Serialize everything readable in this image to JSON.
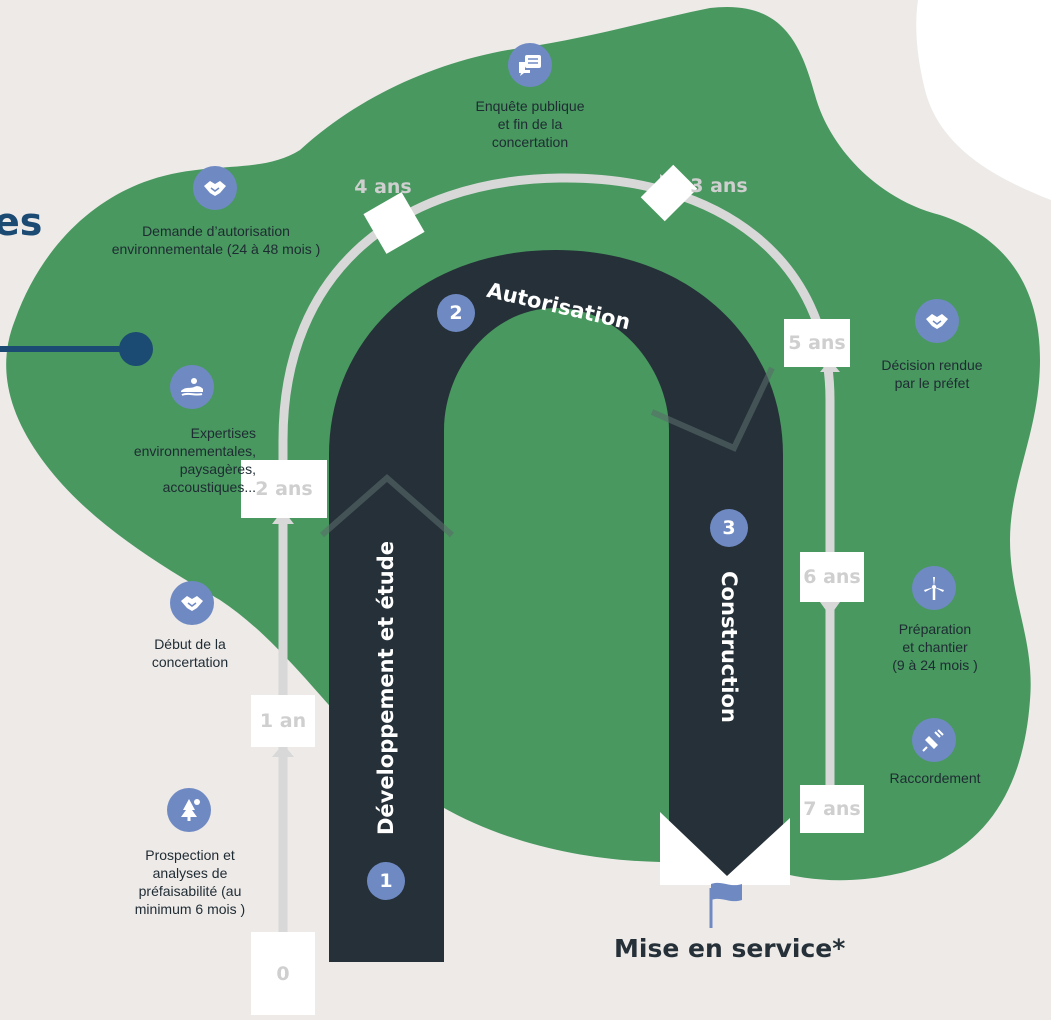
{
  "title_fragment": "es",
  "colors": {
    "green": "#48985f",
    "road": "#253038",
    "accent": "#6f8ac3",
    "track": "#d8d8d8",
    "navy": "#1b4a72"
  },
  "phases": [
    {
      "number": "1",
      "label": "Développement et étude"
    },
    {
      "number": "2",
      "label": "Autorisation"
    },
    {
      "number": "3",
      "label": "Construction"
    }
  ],
  "years": [
    "0",
    "1 an",
    "2 ans",
    "4 ans",
    "3 ans",
    "5 ans",
    "6 ans",
    "7 ans"
  ],
  "milestones": [
    {
      "icon": "tree-icon",
      "text": "Prospection et\nanalyses de\npréfaisabilité (au\nminimum 6 mois )"
    },
    {
      "icon": "handshake-icon",
      "text": "Début de la\nconcertation"
    },
    {
      "icon": "landscape-icon",
      "text": "Expertises\nenvironnementales,\npaysagères,\naccoustiques..."
    },
    {
      "icon": "handshake-icon",
      "text": "Demande d’autorisation\nenvironnementale (24 à 48 mois )"
    },
    {
      "icon": "chat-icon",
      "text": "Enquête publique\net fin de la\nconcertation"
    },
    {
      "icon": "handshake-icon",
      "text": "Décision rendue\npar le préfet"
    },
    {
      "icon": "wind-turbine-icon",
      "text": "Préparation\net chantier\n(9 à 24 mois )"
    },
    {
      "icon": "plug-icon",
      "text": "Raccordement"
    }
  ],
  "mise_en_service": "Mise en service*"
}
